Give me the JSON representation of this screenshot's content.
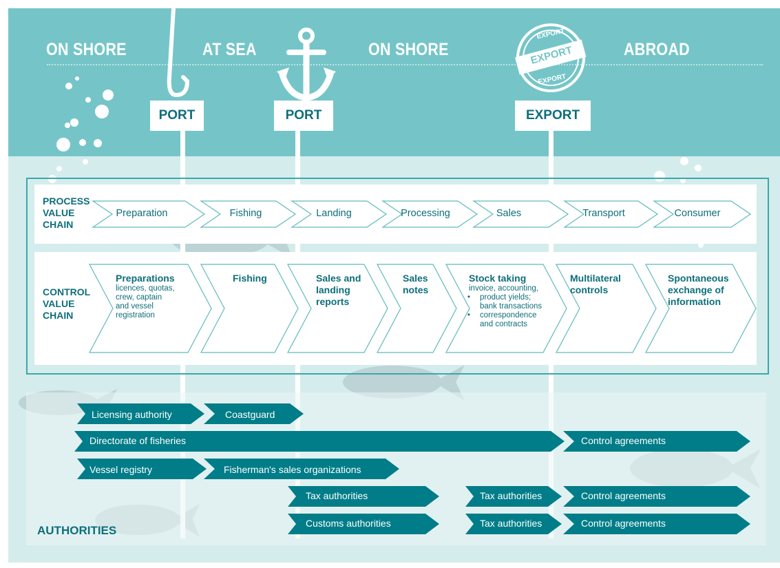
{
  "regions": [
    "ON SHORE",
    "AT SEA",
    "ON SHORE",
    "ABROAD"
  ],
  "ports": [
    "PORT",
    "PORT",
    "EXPORT"
  ],
  "stamp": {
    "text_top": "EXPORT",
    "text_mid": "EXPORT",
    "text_bottom": "EXPORT"
  },
  "process": {
    "header": [
      "PROCESS",
      "VALUE",
      "CHAIN"
    ],
    "steps": [
      "Preparation",
      "Fishing",
      "Landing",
      "Processing",
      "Sales",
      "Transport",
      "Consumer"
    ]
  },
  "control": {
    "header": [
      "CONTROL",
      "VALUE",
      "CHAIN"
    ],
    "steps": [
      {
        "title": [
          "Preparations"
        ],
        "sub": [
          "licences, quotas,",
          "crew, captain",
          "and vessel",
          "registration"
        ],
        "bullets": []
      },
      {
        "title": [
          "Fishing"
        ],
        "sub": [],
        "bullets": []
      },
      {
        "title": [
          "Sales and",
          "landing",
          "reports"
        ],
        "sub": [],
        "bullets": []
      },
      {
        "title": [
          "Sales",
          "notes"
        ],
        "sub": [],
        "bullets": []
      },
      {
        "title": [
          "Stock taking"
        ],
        "sub": [
          "invoice, accounting,"
        ],
        "bullets": [
          [
            "product yields;",
            "bank transactions"
          ],
          [
            "correspondence",
            "and contracts"
          ]
        ]
      },
      {
        "title": [
          "Multilateral",
          "controls"
        ],
        "sub": [],
        "bullets": []
      },
      {
        "title": [
          "Spontaneous",
          "exchange of",
          "information"
        ],
        "sub": [],
        "bullets": []
      }
    ]
  },
  "authorities": {
    "label": "AUTHORITIES",
    "bars": [
      "Licensing authority",
      "Coastguard",
      "Directorate of fisheries",
      "Control agreements",
      "Vessel registry",
      "Fisherman's sales organizations",
      "Tax authorities",
      "Tax authorities",
      "Control agreements",
      "Customs authorities",
      "Tax authorities",
      "Control agreements"
    ]
  },
  "colors": {
    "teal_dark": "#007d88",
    "sky": "#75c5c8",
    "water": "#d4ecec",
    "text": "#0d6e7a"
  }
}
